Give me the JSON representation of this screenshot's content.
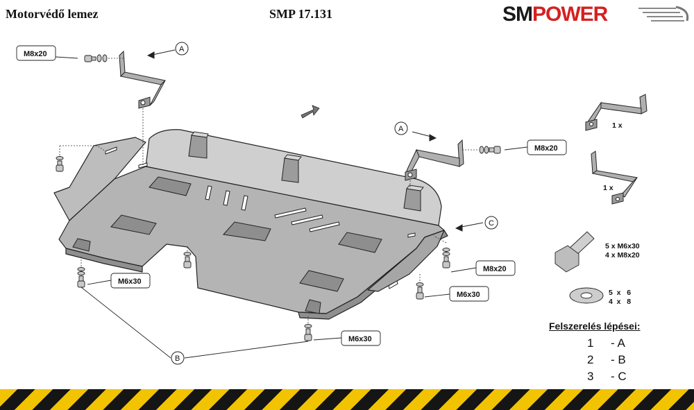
{
  "header": {
    "title_left": "Motorvédő lemez",
    "title_center": "SMP 17.131",
    "logo_sm": "SM",
    "logo_power": "POWER"
  },
  "colors": {
    "plate_fill": "#b9b9b9",
    "plate_light": "#d2d2d2",
    "outline": "#222222",
    "logo_red": "#d62020",
    "hazard_yellow": "#f2c300",
    "hazard_black": "#151515"
  },
  "callouts": {
    "a_top": "A",
    "a_right": "A",
    "b": "B",
    "c": "C"
  },
  "bolt_labels": {
    "m8x20_top_left": "M8x20",
    "m8x20_right_bracket": "M8x20",
    "m8x20_right_lower": "M8x20",
    "m6x30_left": "M6x30",
    "m6x30_right": "M6x30",
    "m6x30_bottom": "M6x30"
  },
  "parts": {
    "bracket1_qty": "1 x",
    "bracket2_qty": "1 x",
    "bolts_qty_line1": "5 x M6x30",
    "bolts_qty_line2": "4 x M8x20",
    "washers_qty_line1": "5  x   6",
    "washers_qty_line2": "4  x   8"
  },
  "steps": {
    "title": "Felszerelés lépései:",
    "items": [
      {
        "num": "1",
        "label": "- A"
      },
      {
        "num": "2",
        "label": "- B"
      },
      {
        "num": "3",
        "label": "- C"
      }
    ]
  },
  "icons": [
    "direction-arrow-icon",
    "logo-swoosh-icon",
    "hazard-stripe"
  ]
}
